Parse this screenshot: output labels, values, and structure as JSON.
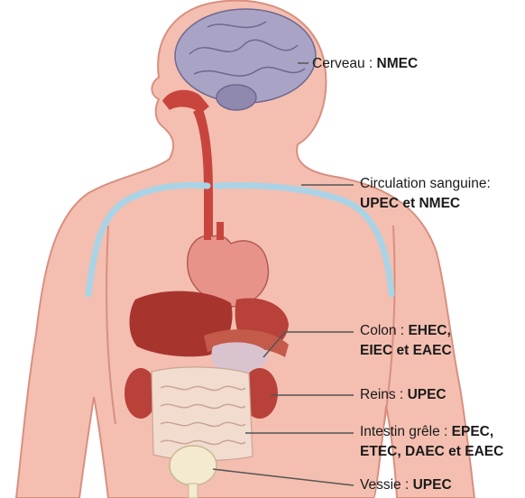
{
  "labels": {
    "brain": {
      "name": "Cerveau :",
      "strains": "NMEC"
    },
    "blood": {
      "name": "Circulation sanguine:",
      "strains": "UPEC et NMEC"
    },
    "colon": {
      "name": "Colon :",
      "strains_line1": "EHEC,",
      "strains_line2": "EIEC et EAEC"
    },
    "kidneys": {
      "name": "Reins :",
      "strains": "UPEC"
    },
    "small_intestine": {
      "name": "Intestin grêle :",
      "strains_line1": "EPEC,",
      "strains_line2": "ETEC, DAEC et EAEC"
    },
    "bladder": {
      "name": "Vessie :",
      "strains": "UPEC"
    }
  },
  "colors": {
    "skin": "#f4bfb0",
    "skin_outline": "#d98f80",
    "brain": "#a9a3c6",
    "vessels": "#aad3e6",
    "esophagus": "#c8453e",
    "organs": "#a8342e",
    "heart": "#e8938a",
    "intestine": "#f2dccf",
    "bladder": "#f3ead0",
    "leader_line": "#555555"
  }
}
